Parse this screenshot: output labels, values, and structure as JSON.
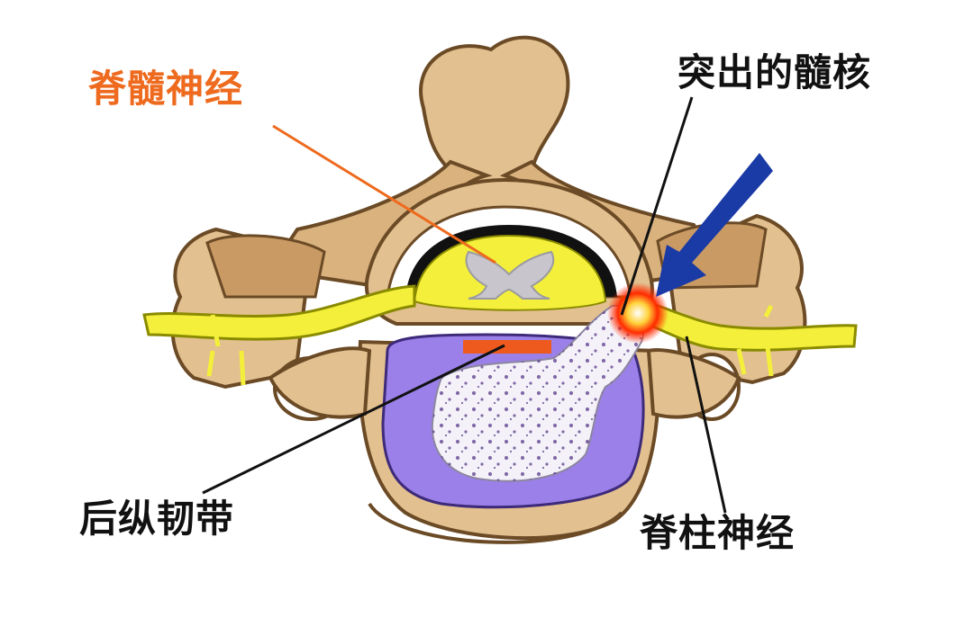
{
  "labels": {
    "spinal_cord": "脊髓神经",
    "herniated_nucleus": "突出的髓核",
    "posterior_ligament": "后纵韧带",
    "spinal_nerve": "脊柱神经"
  },
  "colors": {
    "background": "#ffffff",
    "bone": "#e2c08f",
    "bone_dark": "#c99a63",
    "bone_outline": "#6b4a26",
    "nerve": "#f3ef3a",
    "nerve_outline": "#8a8a00",
    "disc_ring": "#9a80e8",
    "disc_center": "#f4f2f8",
    "ligament": "#ee5a1e",
    "arrow": "#1a3aa6",
    "highlight": "#ff2a00",
    "spinal_label": "#ee6a1e",
    "label": "#111111",
    "leader": "#111111"
  },
  "icons": {
    "pressure_arrow": "arrow-down-left-icon"
  }
}
